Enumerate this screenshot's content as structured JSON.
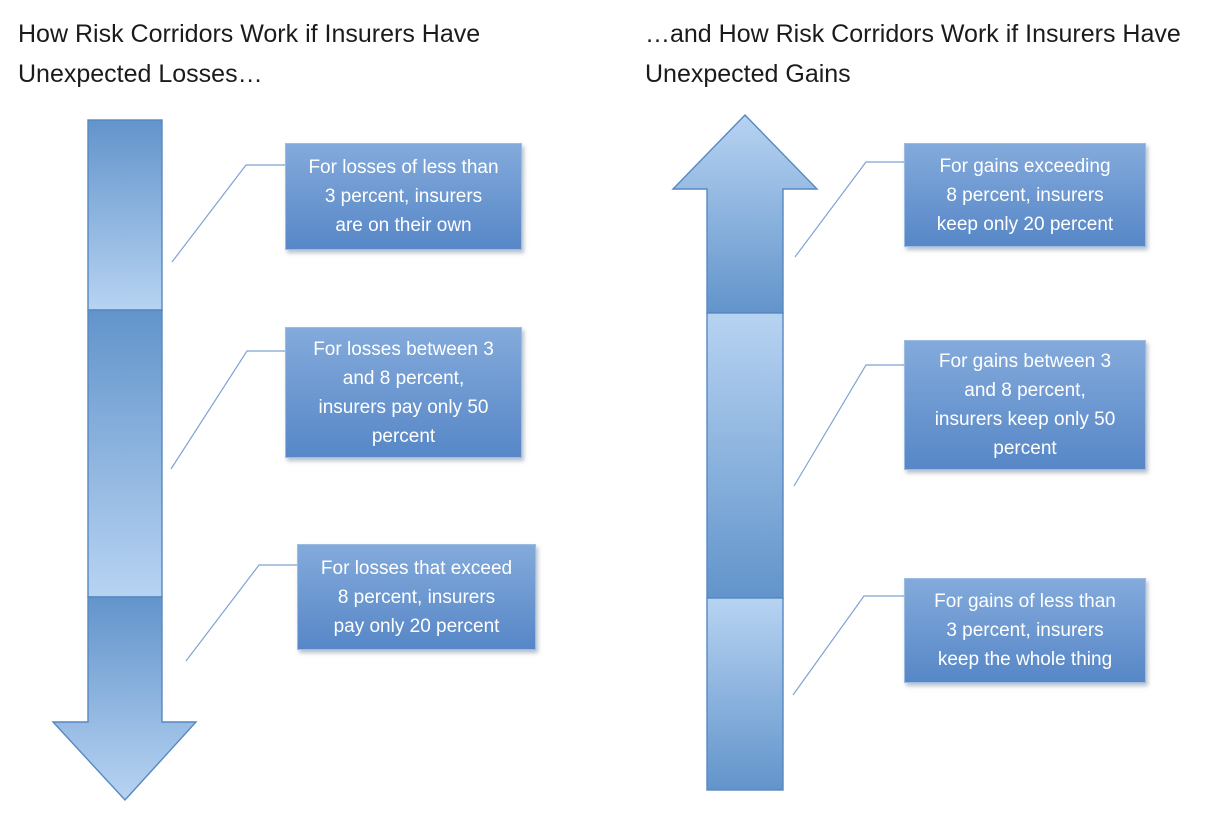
{
  "left_panel": {
    "title": "How Risk Corridors Work if Insurers Have Unexpected Losses…",
    "arrow_direction": "down",
    "boxes": [
      "For losses of less than\n3 percent, insurers\nare on their own",
      "For losses between 3\nand 8 percent,\ninsurers pay only 50\npercent",
      "For losses that exceed\n8 percent, insurers\npay only 20 percent"
    ]
  },
  "right_panel": {
    "title": "…and How Risk Corridors Work if Insurers Have Unexpected Gains",
    "arrow_direction": "up",
    "boxes": [
      "For gains exceeding\n8 percent, insurers\nkeep only 20 percent",
      "For gains between 3\nand 8 percent,\ninsurers keep only 50\npercent",
      "For gains of less than\n3 percent, insurers\nkeep the whole thing"
    ]
  },
  "colors": {
    "background": "#ffffff",
    "title_text": "#1b1b1b",
    "arrow_gradient_dark": "#6294cb",
    "arrow_gradient_light": "#b7d3f2",
    "arrow_border": "#5788bf",
    "box_fill_top": "#83aadb",
    "box_fill_bottom": "#5787c7",
    "box_border": "#9dbce2",
    "box_text": "#ffffff",
    "callout_line": "#7ea4d2"
  }
}
